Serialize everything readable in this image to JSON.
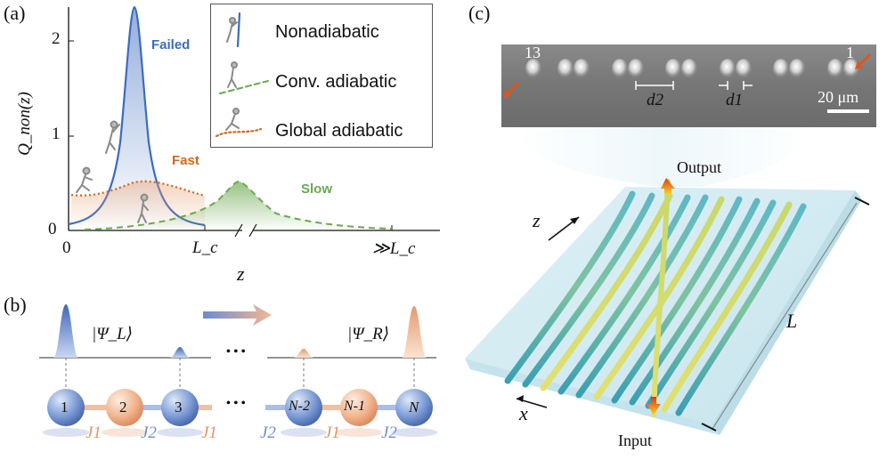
{
  "panel_a": {
    "label": "(a)",
    "y_axis_label": "Q_non(z)",
    "x_axis_label": "z",
    "y_ticks": [
      "0",
      "1",
      "2"
    ],
    "x_ticks": [
      "0",
      "L_c",
      "≫L_c"
    ],
    "curve_labels": {
      "failed": "Failed",
      "fast": "Fast",
      "slow": "Slow"
    },
    "legend": [
      {
        "label": "Nonadiabatic",
        "color": "#3b6bbf",
        "icon": "climber-icon"
      },
      {
        "label": "Conv. adiabatic",
        "color": "#6aa84f",
        "icon": "walker-icon"
      },
      {
        "label": "Global adiabatic",
        "color": "#d2691e",
        "icon": "runner-icon"
      }
    ],
    "colors": {
      "failed": "#3b6bbf",
      "fast": "#d2691e",
      "slow": "#6aa84f"
    }
  },
  "panel_b": {
    "label": "(b)",
    "left_state": "|Ψ_L⟩",
    "right_state": "|Ψ_R⟩",
    "ellipsis": "• • •",
    "sites": [
      "1",
      "2",
      "3",
      "N-2",
      "N-1",
      "N"
    ],
    "couplings": [
      "J1",
      "J2",
      "J1",
      "J2",
      "J1",
      "J2"
    ]
  },
  "panel_c": {
    "label": "(c)",
    "micro_left": "13",
    "micro_right": "1",
    "d2": "d2",
    "d1": "d1",
    "scale_bar": "20 μm",
    "output": "Output",
    "input": "Input",
    "axis_z": "z",
    "axis_x": "x",
    "length": "L"
  }
}
